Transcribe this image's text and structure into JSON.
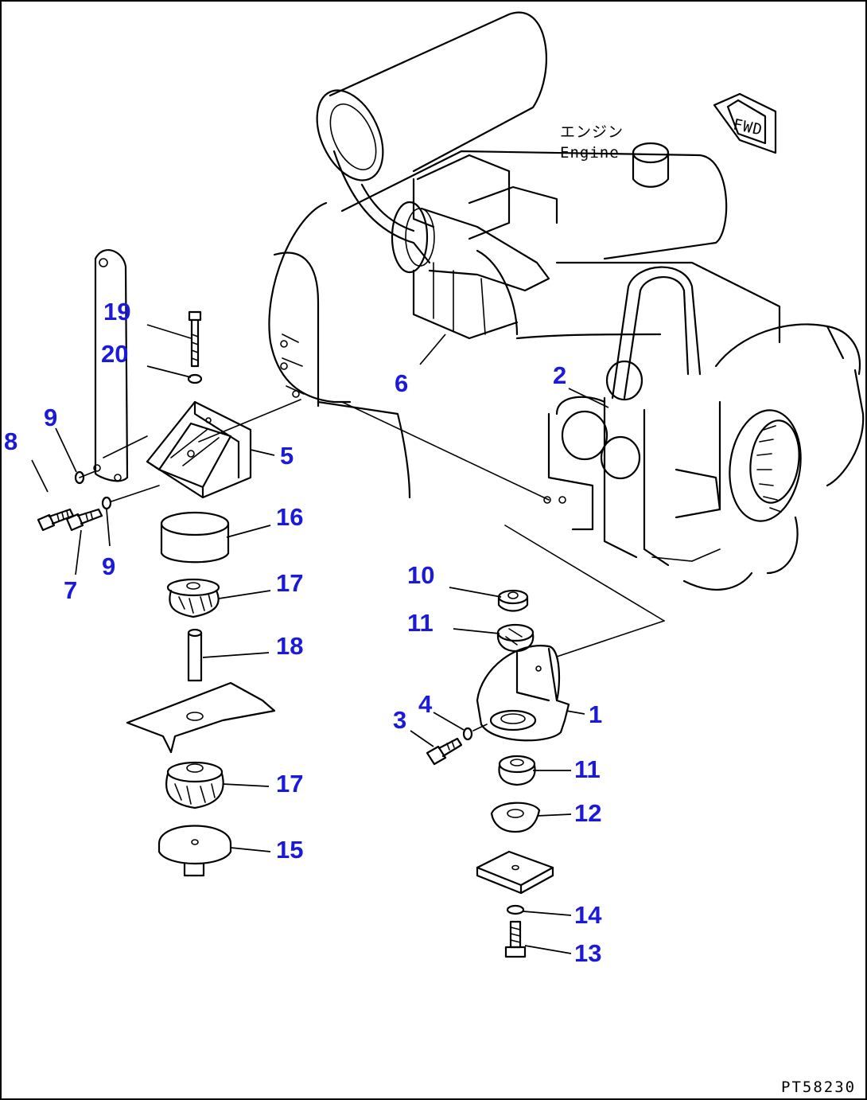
{
  "figure": {
    "engine_label_jp": "エンジン",
    "engine_label_en": "Engine",
    "fwd_label": "FWD",
    "figure_code": "PT58230"
  },
  "parts": {
    "p1": "1",
    "p2": "2",
    "p3": "3",
    "p4": "4",
    "p5": "5",
    "p6": "6",
    "p7": "7",
    "p8": "8",
    "p9a": "9",
    "p9b": "9",
    "p10": "10",
    "p11a": "11",
    "p11b": "11",
    "p12": "12",
    "p13": "13",
    "p14": "14",
    "p15": "15",
    "p16": "16",
    "p17a": "17",
    "p17b": "17",
    "p18": "18",
    "p19": "19",
    "p20": "20"
  },
  "colors": {
    "callout": "#1a1ad8",
    "line": "#000000",
    "background": "#ffffff"
  }
}
